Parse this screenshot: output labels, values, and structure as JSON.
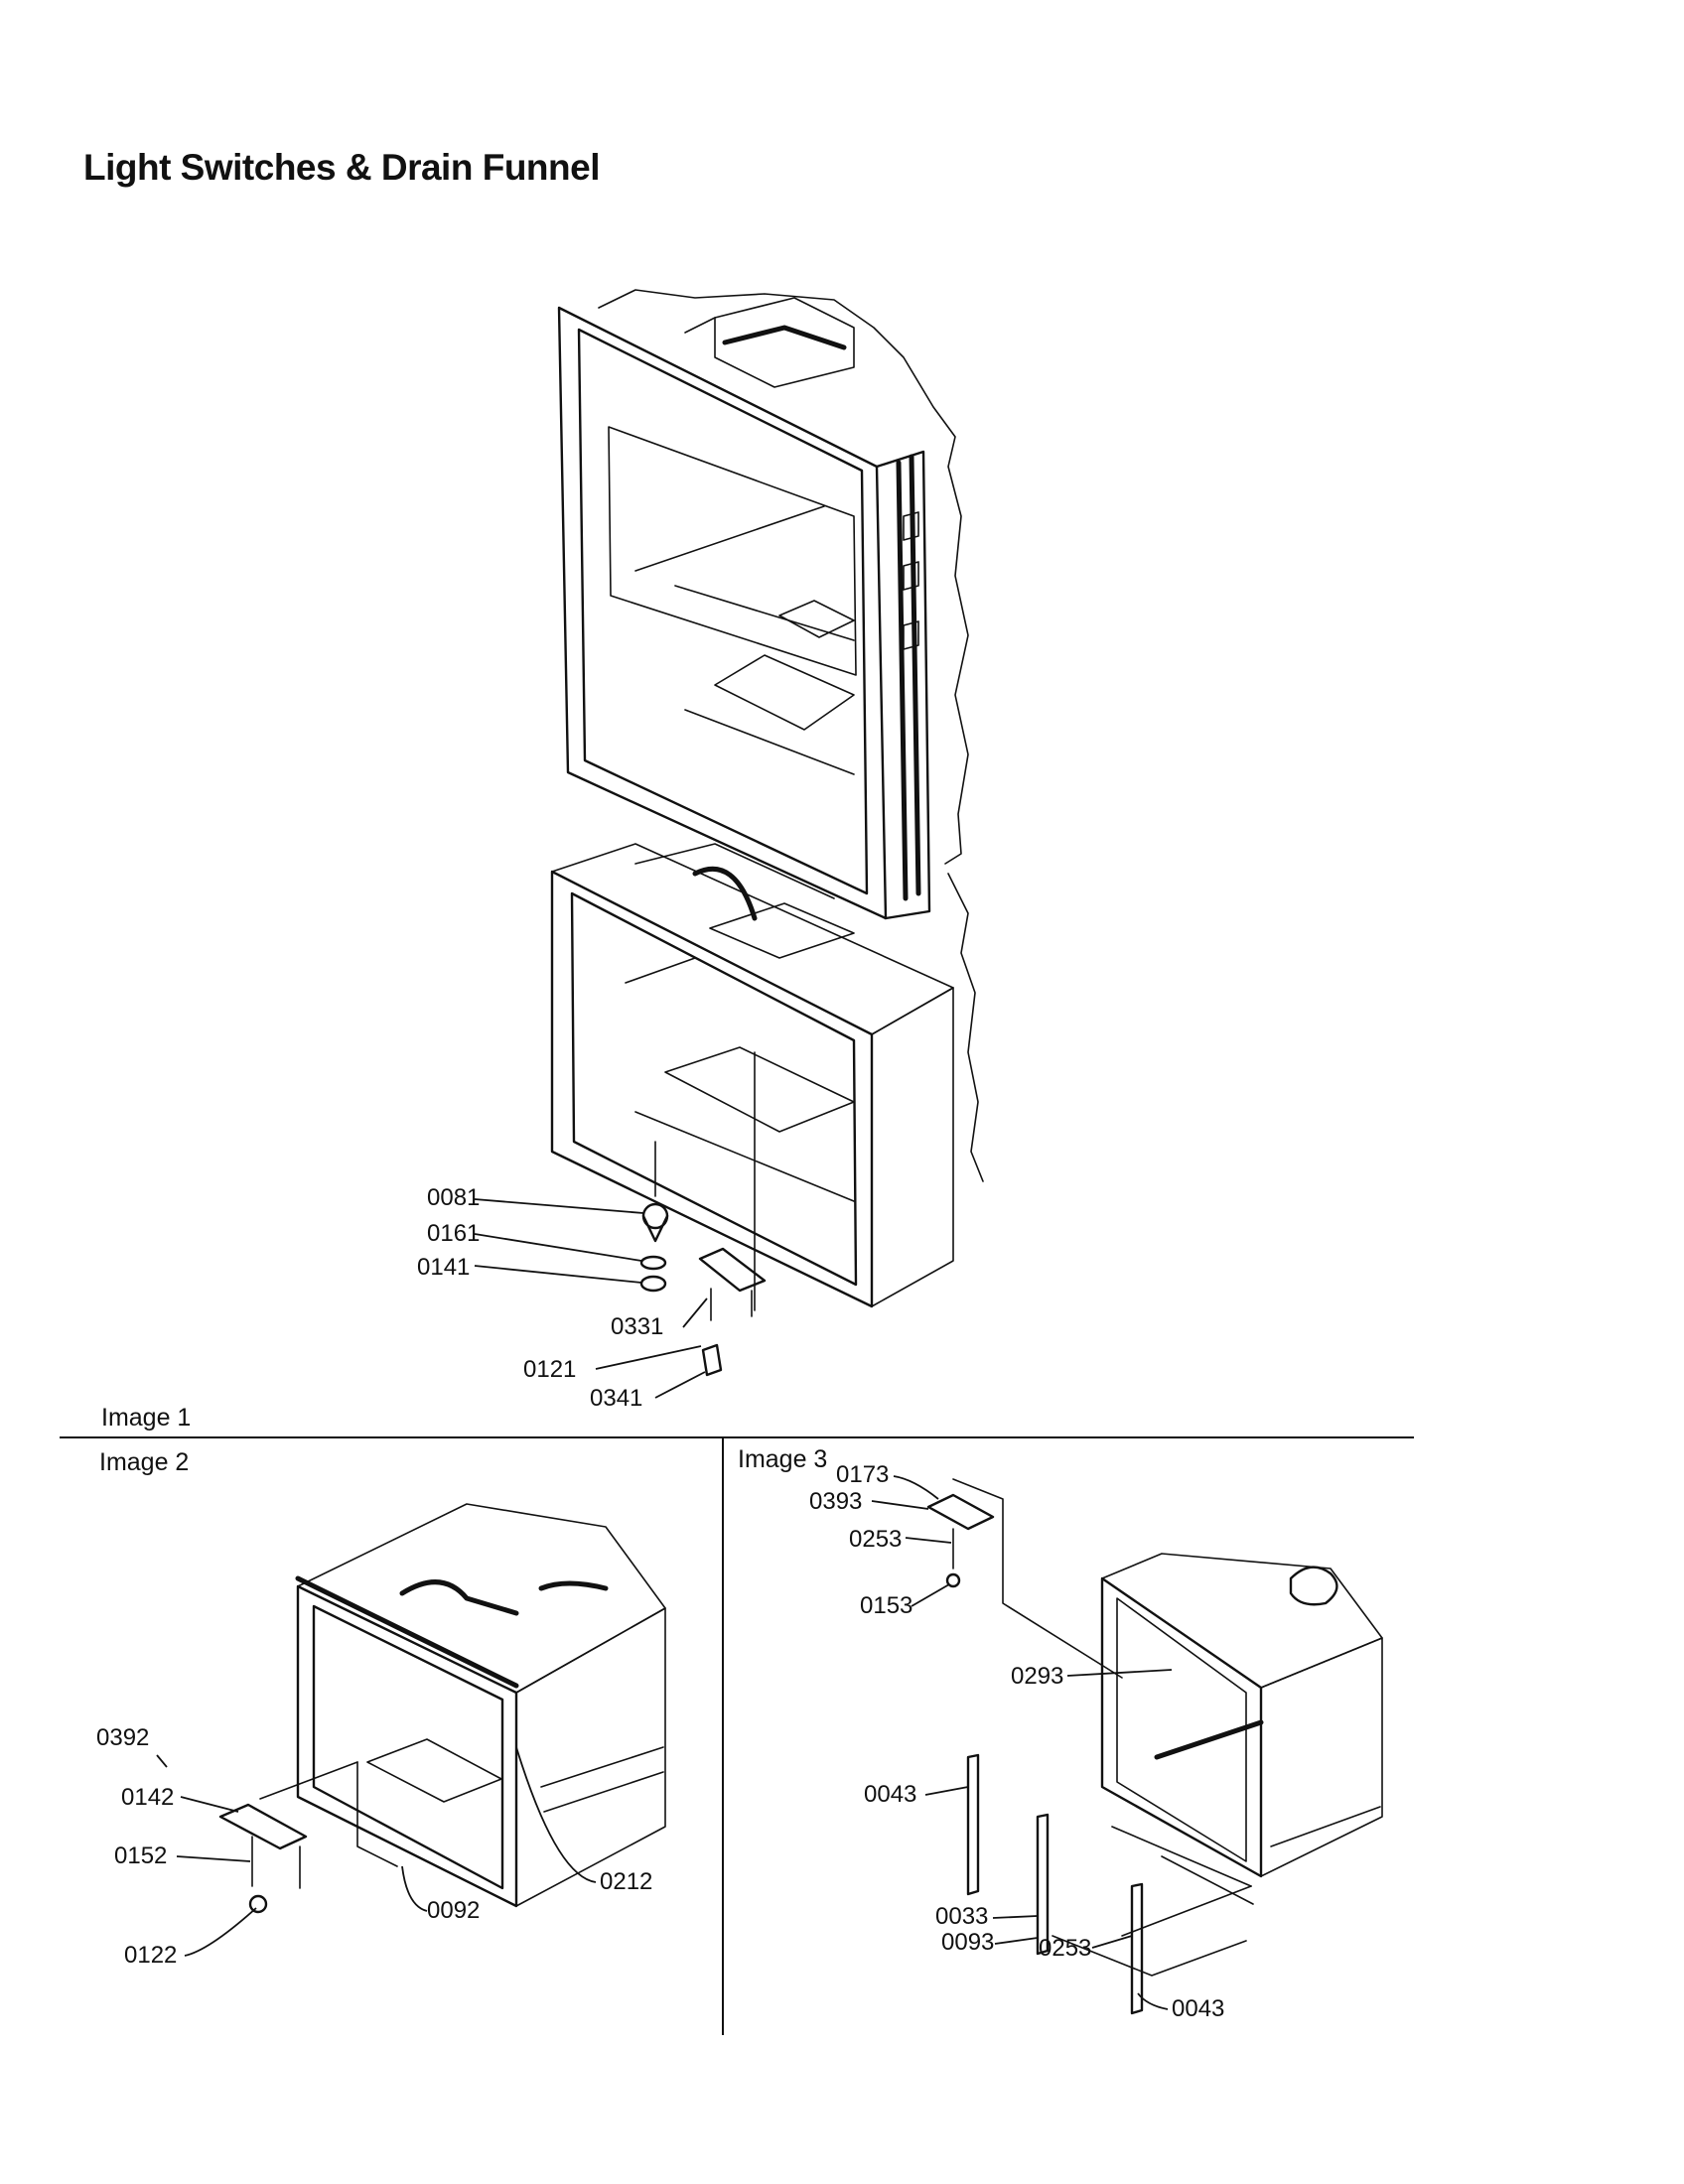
{
  "title": "Light Switches & Drain Funnel",
  "captions": {
    "image1": "Image 1",
    "image2": "Image 2",
    "image3": "Image 3"
  },
  "image1_parts": [
    "0081",
    "0161",
    "0141",
    "0331",
    "0121",
    "0341"
  ],
  "image2_parts": [
    "0392",
    "0142",
    "0152",
    "0122",
    "0092",
    "0212"
  ],
  "image3_parts": [
    "0173",
    "0393",
    "0253",
    "0153",
    "0293",
    "0043",
    "0033",
    "0093",
    "0253",
    "0043"
  ]
}
